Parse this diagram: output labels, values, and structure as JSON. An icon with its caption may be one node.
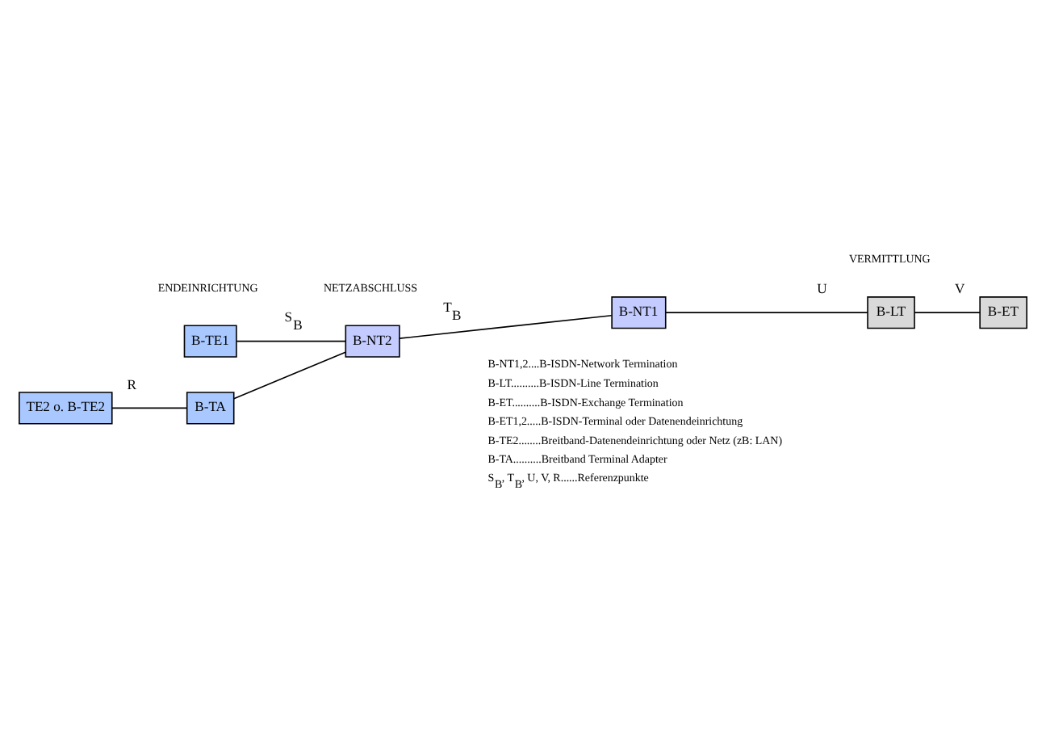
{
  "diagram": {
    "nodes": [
      {
        "text": [
          "B-TE1"
        ]
      },
      {
        "text": [
          "B-NT2"
        ]
      },
      {
        "text": [
          "B-NT1"
        ]
      },
      {
        "text": [
          "B-LT"
        ]
      },
      {
        "text": [
          "B-ET"
        ]
      },
      {
        "text": [
          "TE2 o. B-TE2"
        ]
      },
      {
        "text": [
          "B-TA"
        ]
      }
    ],
    "edges": [
      {
        "from": 0,
        "to": 1,
        "arrow": "none",
        "label": "S$_{B}$"
      },
      {
        "from": 6,
        "to": 1,
        "arrow": "none"
      },
      {
        "from": 1,
        "to": 2,
        "arrow": "none",
        "label": "T$_{B}$"
      },
      {
        "from": 2,
        "to": 3,
        "arrow": "none",
        "label": "U"
      },
      {
        "from": 3,
        "to": 4,
        "arrow": "none",
        "label": "V"
      },
      {
        "from": 5,
        "to": 6,
        "arrow": "none",
        "label": "R"
      }
    ],
    "labels": [
      "ENDEINRICHTUNG",
      "NETZABSCHLUSS",
      "VERMITTLUNG",
      "B-NT1,2....B-ISDN-Network Termination",
      "B-LT..........B-ISDN-Line Termination",
      "B-ET..........B-ISDN-Exchange Termination",
      "B-ET1,2.....B-ISDN-Terminal oder Datenendeinrichtung",
      "B-TE2........Breitband-Datenendeinrichtung oder Netz (zB: LAN)",
      "B-TA..........Breitband Terminal Adapter",
      "S$_{B}$, T$_{B}$, U, V, R......Referenzpunkte"
    ]
  }
}
